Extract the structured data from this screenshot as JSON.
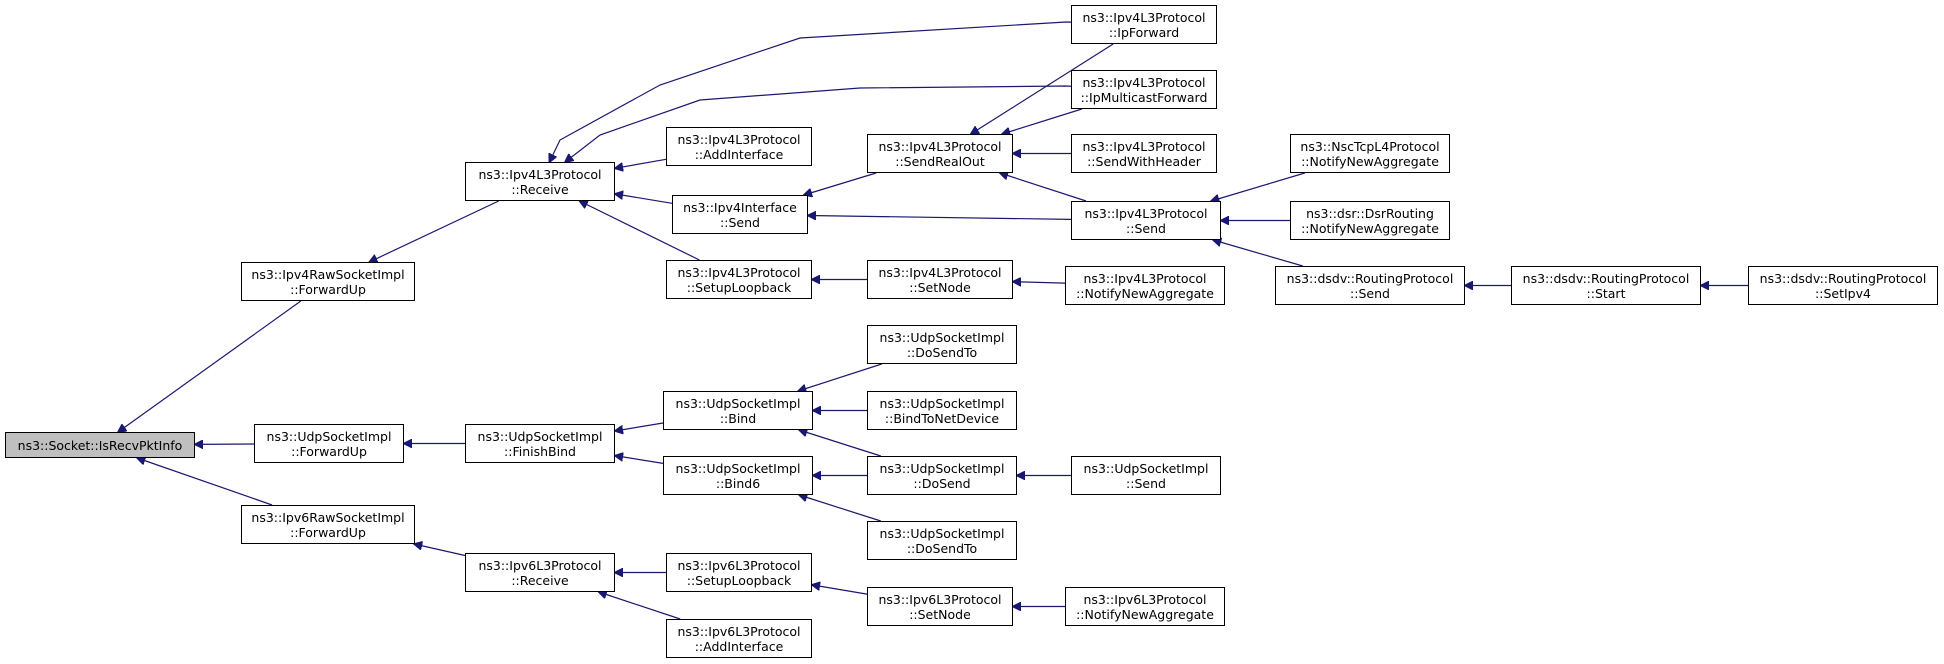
{
  "diagram": {
    "type": "call-graph",
    "colors": {
      "edge": "#191970",
      "root_fill": "#bfbfbf",
      "node_fill": "#ffffff",
      "border": "#000000"
    },
    "nodes": [
      {
        "id": "root",
        "lines": [
          "ns3::Socket::IsRecvPktInfo"
        ],
        "root": true
      },
      {
        "id": "ipv4raw_fwd",
        "lines": [
          "ns3::Ipv4RawSocketImpl",
          "::ForwardUp"
        ]
      },
      {
        "id": "udp_fwd",
        "lines": [
          "ns3::UdpSocketImpl",
          "::ForwardUp"
        ]
      },
      {
        "id": "ipv6raw_fwd",
        "lines": [
          "ns3::Ipv6RawSocketImpl",
          "::ForwardUp"
        ]
      },
      {
        "id": "ipv4l3_recv",
        "lines": [
          "ns3::Ipv4L3Protocol",
          "::Receive"
        ]
      },
      {
        "id": "udp_finishbind",
        "lines": [
          "ns3::UdpSocketImpl",
          "::FinishBind"
        ]
      },
      {
        "id": "ipv6l3_recv",
        "lines": [
          "ns3::Ipv6L3Protocol",
          "::Receive"
        ]
      },
      {
        "id": "ipv4l3_addif",
        "lines": [
          "ns3::Ipv4L3Protocol",
          "::AddInterface"
        ]
      },
      {
        "id": "ipv4if_send",
        "lines": [
          "ns3::Ipv4Interface",
          "::Send"
        ]
      },
      {
        "id": "ipv4l3_setuplb",
        "lines": [
          "ns3::Ipv4L3Protocol",
          "::SetupLoopback"
        ]
      },
      {
        "id": "udp_bind",
        "lines": [
          "ns3::UdpSocketImpl",
          "::Bind"
        ]
      },
      {
        "id": "udp_bind6",
        "lines": [
          "ns3::UdpSocketImpl",
          "::Bind6"
        ]
      },
      {
        "id": "ipv6l3_setuplb",
        "lines": [
          "ns3::Ipv6L3Protocol",
          "::SetupLoopback"
        ]
      },
      {
        "id": "ipv6l3_addif",
        "lines": [
          "ns3::Ipv6L3Protocol",
          "::AddInterface"
        ]
      },
      {
        "id": "ipv4l3_sendrealout",
        "lines": [
          "ns3::Ipv4L3Protocol",
          "::SendRealOut"
        ]
      },
      {
        "id": "ipv4l3_setnode",
        "lines": [
          "ns3::Ipv4L3Protocol",
          "::SetNode"
        ]
      },
      {
        "id": "udp_dosendto1",
        "lines": [
          "ns3::UdpSocketImpl",
          "::DoSendTo"
        ]
      },
      {
        "id": "udp_bindnd",
        "lines": [
          "ns3::UdpSocketImpl",
          "::BindToNetDevice"
        ]
      },
      {
        "id": "udp_dosend",
        "lines": [
          "ns3::UdpSocketImpl",
          "::DoSend"
        ]
      },
      {
        "id": "udp_dosendto2",
        "lines": [
          "ns3::UdpSocketImpl",
          "::DoSendTo"
        ]
      },
      {
        "id": "ipv6l3_setnode",
        "lines": [
          "ns3::Ipv6L3Protocol",
          "::SetNode"
        ]
      },
      {
        "id": "ipv4l3_ipforward",
        "lines": [
          "ns3::Ipv4L3Protocol",
          "::IpForward"
        ]
      },
      {
        "id": "ipv4l3_ipmcforward",
        "lines": [
          "ns3::Ipv4L3Protocol",
          "::IpMulticastForward"
        ]
      },
      {
        "id": "ipv4l3_sendwithheader",
        "lines": [
          "ns3::Ipv4L3Protocol",
          "::SendWithHeader"
        ]
      },
      {
        "id": "ipv4l3_send",
        "lines": [
          "ns3::Ipv4L3Protocol",
          "::Send"
        ]
      },
      {
        "id": "ipv4l3_nna",
        "lines": [
          "ns3::Ipv4L3Protocol",
          "::NotifyNewAggregate"
        ]
      },
      {
        "id": "udp_send",
        "lines": [
          "ns3::UdpSocketImpl",
          "::Send"
        ]
      },
      {
        "id": "ipv6l3_nna",
        "lines": [
          "ns3::Ipv6L3Protocol",
          "::NotifyNewAggregate"
        ]
      },
      {
        "id": "nsctcp_nna",
        "lines": [
          "ns3::NscTcpL4Protocol",
          "::NotifyNewAggregate"
        ]
      },
      {
        "id": "dsr_nna",
        "lines": [
          "ns3::dsr::DsrRouting",
          "::NotifyNewAggregate"
        ]
      },
      {
        "id": "dsdv_send",
        "lines": [
          "ns3::dsdv::RoutingProtocol",
          "::Send"
        ]
      },
      {
        "id": "dsdv_start",
        "lines": [
          "ns3::dsdv::RoutingProtocol",
          "::Start"
        ]
      },
      {
        "id": "dsdv_setipv4",
        "lines": [
          "ns3::dsdv::RoutingProtocol",
          "::SetIpv4"
        ]
      }
    ],
    "edges": [
      {
        "from": "ipv4raw_fwd",
        "to": "root"
      },
      {
        "from": "udp_fwd",
        "to": "root"
      },
      {
        "from": "ipv6raw_fwd",
        "to": "root"
      },
      {
        "from": "ipv4l3_recv",
        "to": "ipv4raw_fwd"
      },
      {
        "from": "udp_finishbind",
        "to": "udp_fwd"
      },
      {
        "from": "ipv6l3_recv",
        "to": "ipv6raw_fwd"
      },
      {
        "from": "ipv4l3_addif",
        "to": "ipv4l3_recv"
      },
      {
        "from": "ipv4if_send",
        "to": "ipv4l3_recv"
      },
      {
        "from": "ipv4l3_setuplb",
        "to": "ipv4l3_recv"
      },
      {
        "from": "ipv4l3_ipforward",
        "to": "ipv4l3_recv"
      },
      {
        "from": "ipv4l3_ipmcforward",
        "to": "ipv4l3_recv"
      },
      {
        "from": "udp_bind",
        "to": "udp_finishbind"
      },
      {
        "from": "udp_bind6",
        "to": "udp_finishbind"
      },
      {
        "from": "ipv6l3_setuplb",
        "to": "ipv6l3_recv"
      },
      {
        "from": "ipv6l3_addif",
        "to": "ipv6l3_recv"
      },
      {
        "from": "ipv4l3_sendrealout",
        "to": "ipv4if_send"
      },
      {
        "from": "ipv4l3_send",
        "to": "ipv4if_send"
      },
      {
        "from": "ipv4l3_setnode",
        "to": "ipv4l3_setuplb"
      },
      {
        "from": "udp_dosendto1",
        "to": "udp_bind"
      },
      {
        "from": "udp_bindnd",
        "to": "udp_bind"
      },
      {
        "from": "udp_dosend",
        "to": "udp_bind"
      },
      {
        "from": "udp_dosend",
        "to": "udp_bind6"
      },
      {
        "from": "udp_dosendto2",
        "to": "udp_bind6"
      },
      {
        "from": "ipv6l3_setnode",
        "to": "ipv6l3_setuplb"
      },
      {
        "from": "ipv4l3_ipforward",
        "to": "ipv4l3_sendrealout"
      },
      {
        "from": "ipv4l3_ipmcforward",
        "to": "ipv4l3_sendrealout"
      },
      {
        "from": "ipv4l3_sendwithheader",
        "to": "ipv4l3_sendrealout"
      },
      {
        "from": "ipv4l3_send",
        "to": "ipv4l3_sendrealout"
      },
      {
        "from": "ipv4l3_nna",
        "to": "ipv4l3_setnode"
      },
      {
        "from": "udp_send",
        "to": "udp_dosend"
      },
      {
        "from": "ipv6l3_nna",
        "to": "ipv6l3_setnode"
      },
      {
        "from": "nsctcp_nna",
        "to": "ipv4l3_send"
      },
      {
        "from": "dsr_nna",
        "to": "ipv4l3_send"
      },
      {
        "from": "dsdv_send",
        "to": "ipv4l3_send"
      },
      {
        "from": "dsdv_start",
        "to": "dsdv_send"
      },
      {
        "from": "dsdv_setipv4",
        "to": "dsdv_start"
      }
    ]
  }
}
